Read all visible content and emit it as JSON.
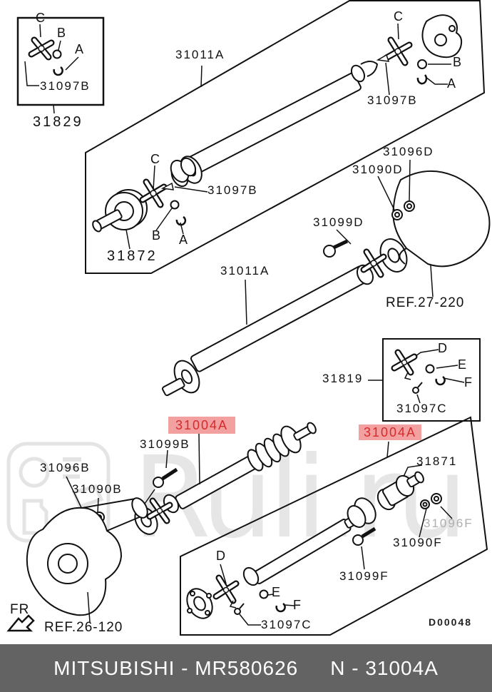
{
  "page": {
    "watermark_text": "Ruli.ru",
    "diagram_code": "D00048"
  },
  "footer": {
    "brand_part": "MITSUBISHI - MR580626",
    "ref": "N - 31004A",
    "bg": "#636363"
  },
  "colors": {
    "highlight_bg": "#f2a0a0",
    "highlight_text": "#d42b2b",
    "line": "#111111",
    "muted_label": "#aeaeae",
    "watermark": "#e4e4e4"
  },
  "labels": {
    "p31829": "31829",
    "p31872": "31872",
    "p31011A": "31011A",
    "p31004A": "31004A",
    "p31097B": "31097B",
    "p31097C": "31097C",
    "p31096D": "31096D",
    "p31090D": "31090D",
    "p31099D": "31099D",
    "p31819": "31819",
    "p31099B": "31099B",
    "p31096B": "31096B",
    "p31090B": "31090B",
    "p31871": "31871",
    "p31096F": "31096F",
    "p31090F": "31090F",
    "p31099F": "31099F",
    "ref27": "REF.27-220",
    "ref26": "REF.26-120",
    "fr": "FR",
    "keyA": "A",
    "keyB": "B",
    "keyC": "C",
    "keyD": "D",
    "keyE": "E",
    "keyF": "F"
  }
}
